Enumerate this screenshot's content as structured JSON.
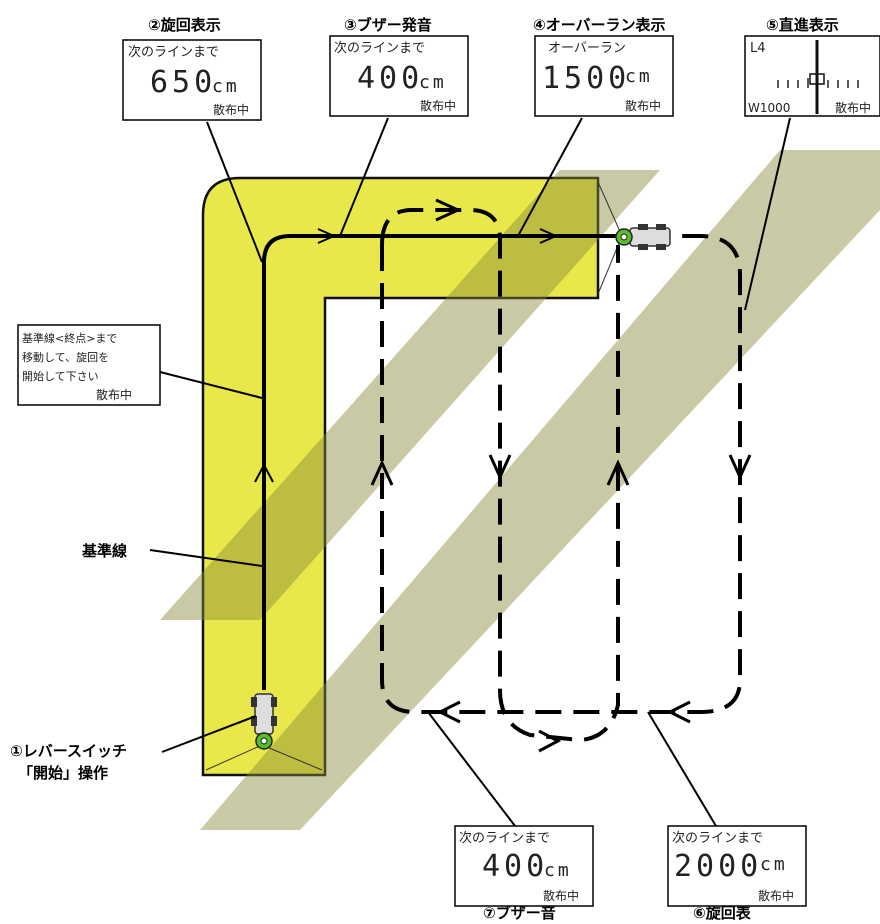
{
  "colors": {
    "field": "#e8e84a",
    "field_outline": "#111111",
    "watermark": "#8a8a3a",
    "path_dash": "#000000",
    "tractor_green": "#55c02a"
  },
  "callouts": {
    "step1_line1": "①レバースイッチ",
    "step1_line2": "「開始」操作",
    "step2": "②旋回表示",
    "step3": "③ブザー発音",
    "step4": "④オーバーラン表示",
    "step5": "⑤直進表示",
    "step6": "⑥旋回表",
    "step7": "⑦ブザー音",
    "baseline": "基準線"
  },
  "displays": {
    "d2": {
      "label": "次のラインまで",
      "value": "650",
      "unit": "cm",
      "status": "散布中"
    },
    "d3": {
      "label": "次のラインまで",
      "value": "400",
      "unit": "cm",
      "status": "散布中"
    },
    "d4": {
      "label": "オーバーラン",
      "value": "1500",
      "unit": "cm",
      "status": "散布中"
    },
    "d5": {
      "line": "L4",
      "width": "W1000",
      "status": "散布中"
    },
    "d6": {
      "label": "次のラインまで",
      "value": "2000",
      "unit": "cm",
      "status": "散布中"
    },
    "d7": {
      "label": "次のラインまで",
      "value": "400",
      "unit": "cm",
      "status": "散布中"
    },
    "msg": {
      "line1": "基準線<終点>まで",
      "line2": "移動して、旋回を",
      "line3": "開始して下さい",
      "status": "散布中"
    }
  }
}
